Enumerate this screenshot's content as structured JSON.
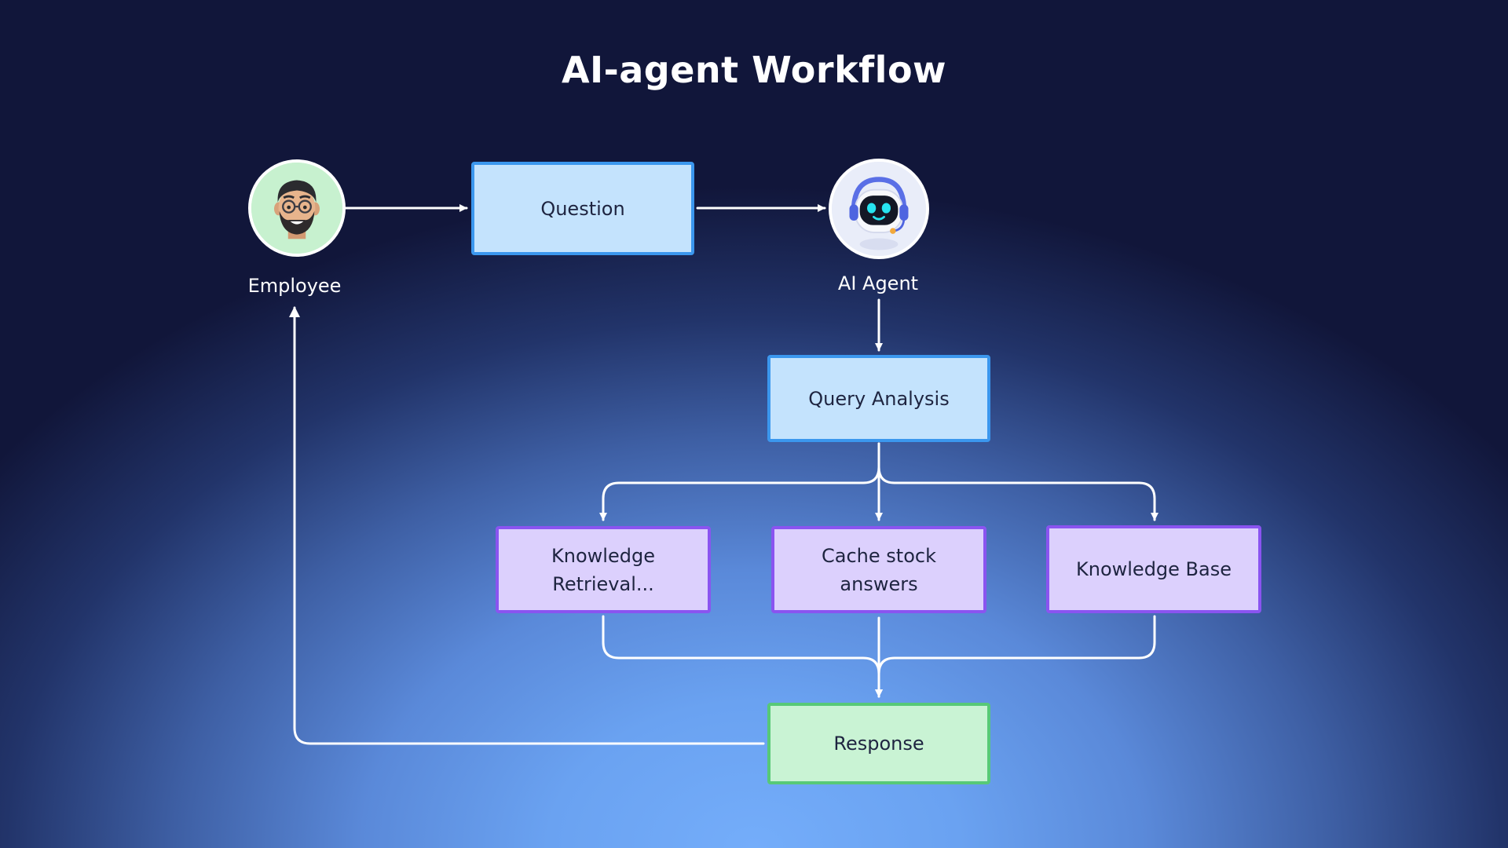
{
  "title": "AI-agent Workflow",
  "actors": {
    "employee": {
      "label": "Employee",
      "icon": "employee-avatar-icon"
    },
    "ai_agent": {
      "label": "AI Agent",
      "icon": "robot-avatar-icon"
    }
  },
  "nodes": {
    "question": "Question",
    "query_analysis": "Query Analysis",
    "knowledge_retrieval": "Knowledge\nRetrieval...",
    "cache_stock_answers": "Cache stock\nanswers",
    "knowledge_base": "Knowledge Base",
    "response": "Response"
  },
  "colors": {
    "blue_fill": "#c4e3fd",
    "blue_border": "#3b97ee",
    "purple_fill": "#dcd0fd",
    "purple_border": "#8a54f0",
    "green_fill": "#c9f3d4",
    "green_border": "#57c977",
    "connector": "#ffffff"
  }
}
